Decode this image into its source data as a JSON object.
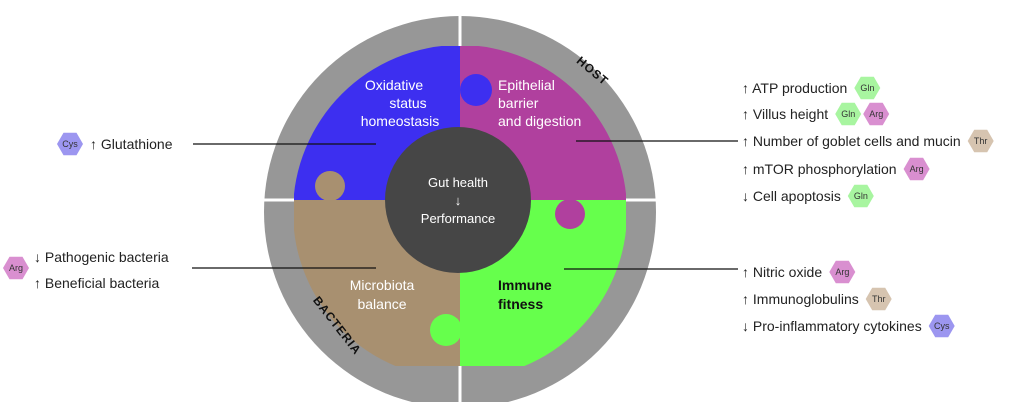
{
  "ring": {
    "host": "HOST",
    "bacteria": "BACTERIA"
  },
  "center": {
    "line1": "Gut health",
    "arrow": "↓",
    "line2": "Performance"
  },
  "quadrants": {
    "oxidative": {
      "lines": [
        "Oxidative",
        "status",
        "homeostasis"
      ],
      "color": "#3d2ff0"
    },
    "epithelial": {
      "lines": [
        "Epithelial",
        "barrier",
        "and digestion"
      ],
      "color": "#b0409e"
    },
    "microbiota": {
      "lines": [
        "Microbiota",
        "balance"
      ],
      "color": "#a89070"
    },
    "immune": {
      "lines": [
        "Immune",
        "fitness"
      ],
      "color": "#66ff4c"
    }
  },
  "left_items": [
    {
      "text": "↑ Glutathione",
      "badge": "Cys"
    },
    {
      "text": "↓ Pathogenic bacteria",
      "badge": ""
    },
    {
      "text": "↑ Beneficial bacteria",
      "badge": ""
    }
  ],
  "left_badge_arg": "Arg",
  "right_items": [
    {
      "text": "↑ ATP production",
      "badges": [
        "Gln"
      ]
    },
    {
      "text": "↑ Villus height",
      "badges": [
        "Gln",
        "Arg"
      ]
    },
    {
      "text": "↑ Number of goblet cells and mucin",
      "badges": [
        "Thr"
      ]
    },
    {
      "text": "↑ mTOR phosphorylation",
      "badges": [
        "Arg"
      ]
    },
    {
      "text": "↓ Cell apoptosis",
      "badges": [
        "Gln"
      ]
    },
    {
      "text": "↑ Nitric oxide",
      "badges": [
        "Arg"
      ]
    },
    {
      "text": "↑ Immunoglobulins",
      "badges": [
        "Thr"
      ]
    },
    {
      "text": "↓ Pro-inflammatory cytokines",
      "badges": [
        "Cys"
      ]
    }
  ],
  "badge_colors": {
    "Gln": "#a8f5a0",
    "Arg": "#d98fd0",
    "Thr": "#d6c4b0",
    "Cys": "#9c96f0"
  }
}
